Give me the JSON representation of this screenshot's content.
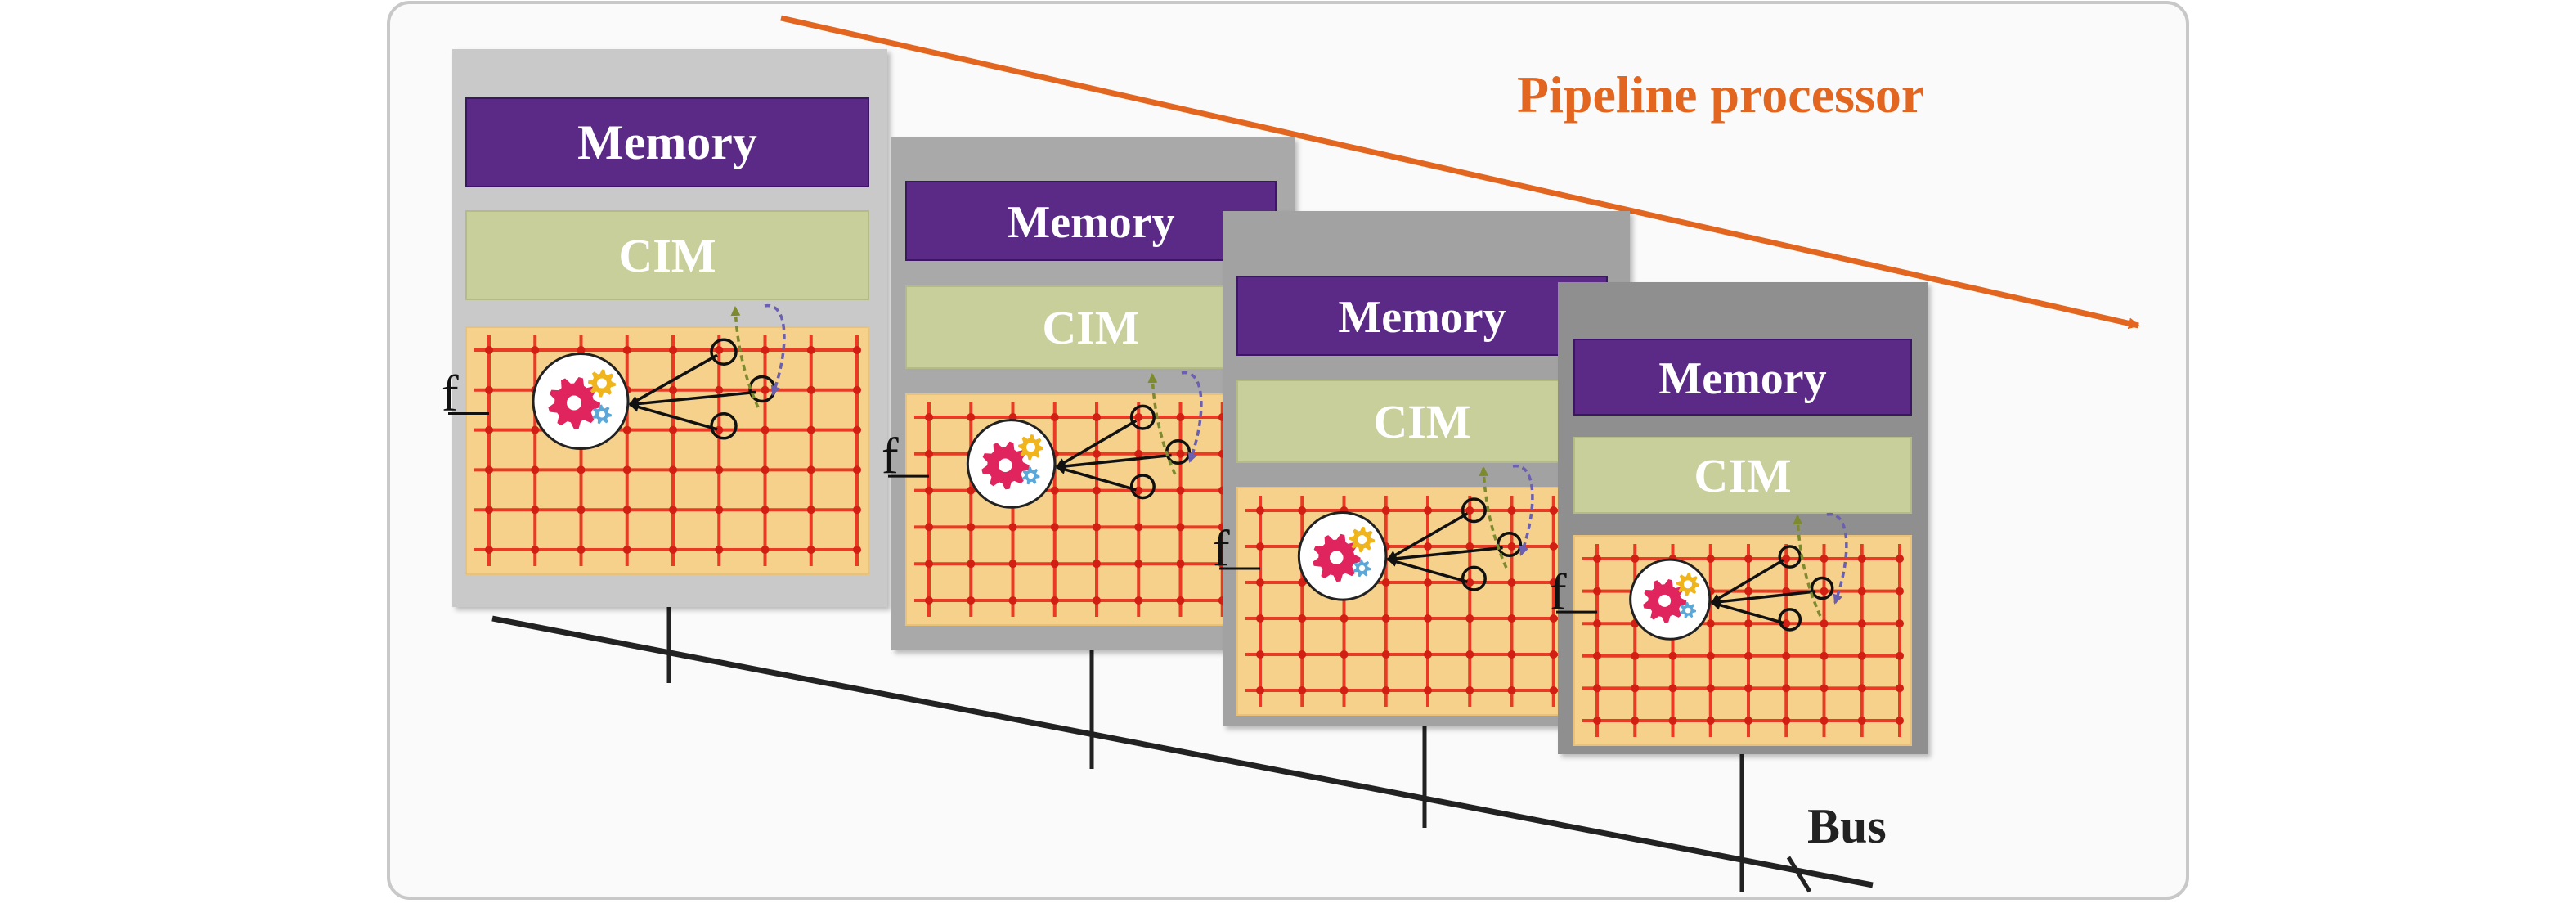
{
  "diagram": {
    "title": "Pipeline processor",
    "bus_label": "Bus",
    "stage_label_top": "Memory",
    "stage_label_mid": "CIM",
    "array_label": "f",
    "stage_count": 4,
    "colors": {
      "panel_background": "#fafafa",
      "panel_border": "#c8c8c8",
      "memory": "#5b2a86",
      "memory_text": "#ffffff",
      "cim": "#c9cf9b",
      "cim_text": "#ffffff",
      "array_background": "#f5d18b",
      "grid_lines": "#e83a24",
      "title_text": "#e2661f",
      "arrow": "#e2661f",
      "bus": "#222222",
      "gear_red": "#e0245e",
      "gear_yellow": "#f0b51d",
      "gear_blue": "#5aa7d8",
      "loop_green": "#7d8a2e",
      "loop_purple": "#6b5fb0"
    },
    "icons": [
      "gear-cluster-icon",
      "dashed-loop-arrow-icon"
    ]
  }
}
